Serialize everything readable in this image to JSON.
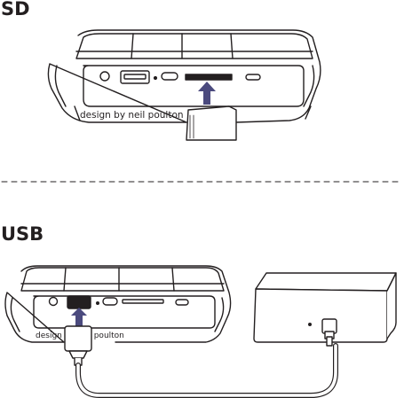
{
  "sections": [
    {
      "id": "sd",
      "title": "SD"
    },
    {
      "id": "usb",
      "title": "USB"
    }
  ],
  "device": {
    "brand_text": "design by neil poulton"
  },
  "colors": {
    "outline": "#231f20",
    "arrow_fill": "#4b4a7e",
    "background": "#ffffff"
  },
  "icons": [
    "sd-card-icon",
    "usb-plug-icon",
    "arrow-up-icon",
    "external-drive-icon",
    "cable-icon"
  ]
}
